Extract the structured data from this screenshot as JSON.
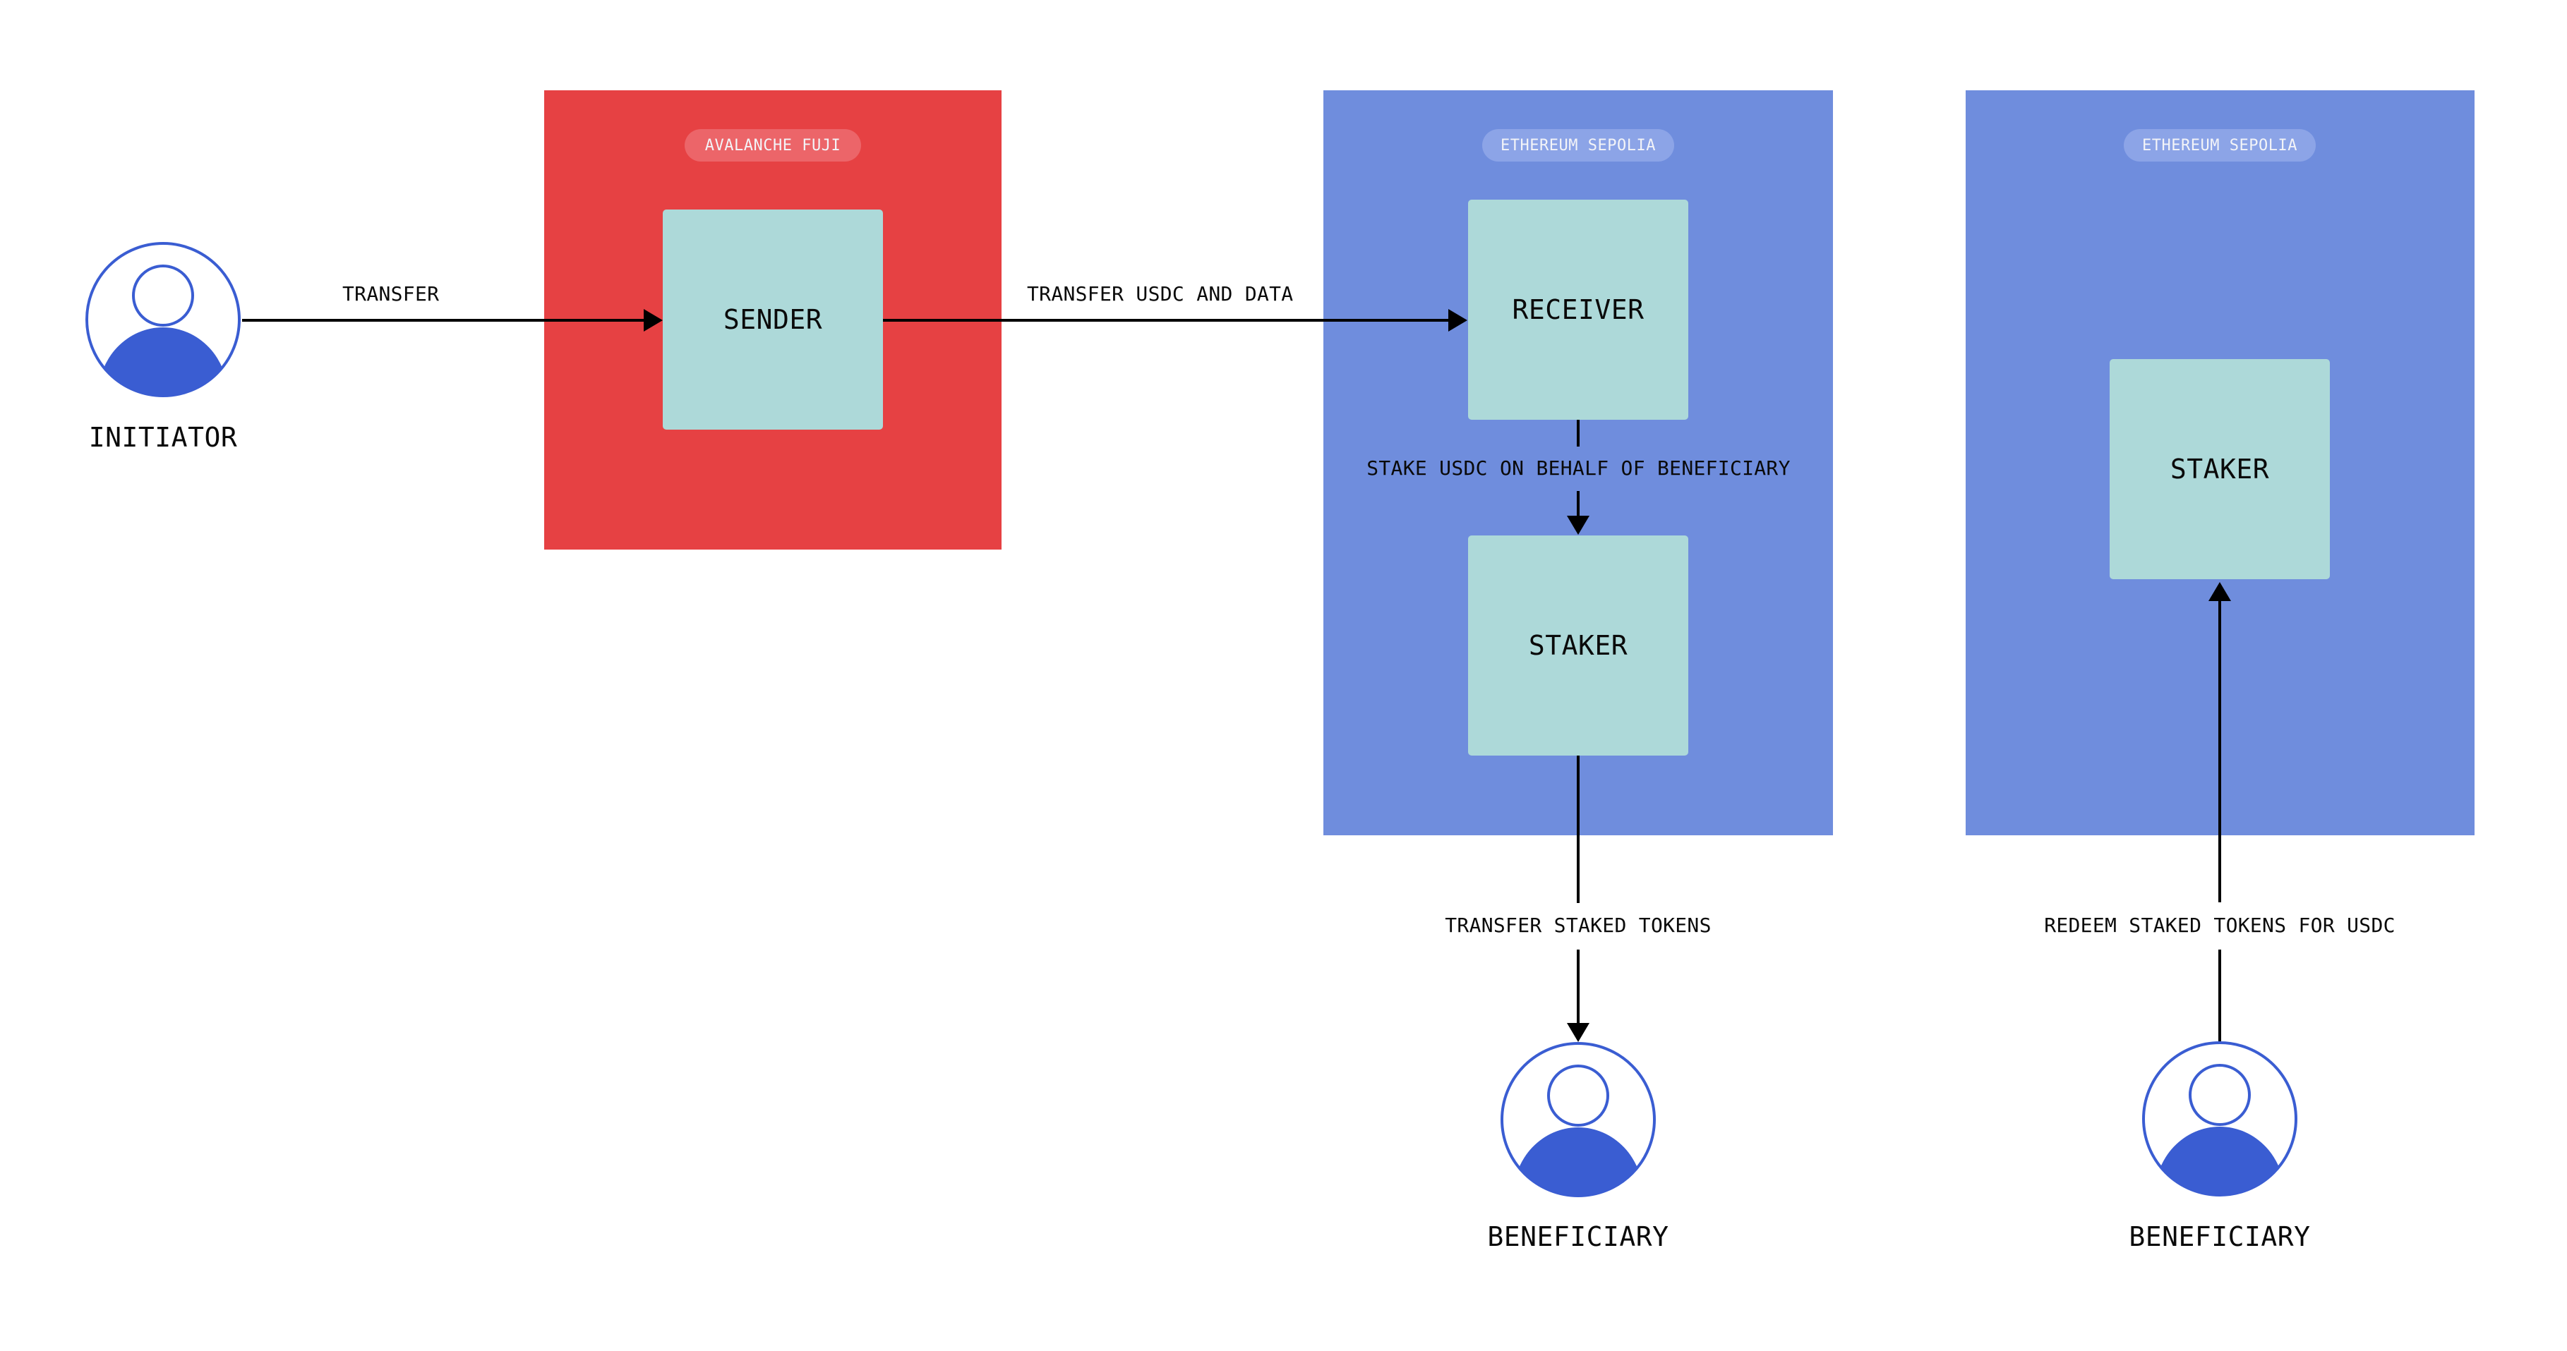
{
  "diagram": {
    "colors": {
      "avalanche_chain": "#e64143",
      "avalanche_pill": "#ec6569",
      "ethereum_chain": "#6f8ddd",
      "ethereum_pill": "#8ca4e7",
      "contract_node": "#add9d9",
      "actor_stroke": "#3a5dd2",
      "arrow": "#000000"
    },
    "chains": [
      {
        "id": "avalanche-fuji",
        "label": "AVALANCHE FUJI",
        "color": "#e64143"
      },
      {
        "id": "ethereum-sepolia-1",
        "label": "ETHEREUM SEPOLIA",
        "color": "#6f8ddd"
      },
      {
        "id": "ethereum-sepolia-2",
        "label": "ETHEREUM SEPOLIA",
        "color": "#6f8ddd"
      }
    ],
    "nodes": [
      {
        "id": "sender",
        "label": "SENDER",
        "chain": "avalanche-fuji"
      },
      {
        "id": "receiver",
        "label": "RECEIVER",
        "chain": "ethereum-sepolia-1"
      },
      {
        "id": "staker-1",
        "label": "STAKER",
        "chain": "ethereum-sepolia-1"
      },
      {
        "id": "staker-2",
        "label": "STAKER",
        "chain": "ethereum-sepolia-2"
      }
    ],
    "actors": [
      {
        "id": "initiator",
        "label": "INITIATOR",
        "icon": "user-icon"
      },
      {
        "id": "beneficiary-1",
        "label": "BENEFICIARY",
        "icon": "user-icon"
      },
      {
        "id": "beneficiary-2",
        "label": "BENEFICIARY",
        "icon": "user-icon"
      }
    ],
    "edges": [
      {
        "from": "initiator",
        "to": "sender",
        "label": "TRANSFER"
      },
      {
        "from": "sender",
        "to": "receiver",
        "label": "TRANSFER USDC AND DATA"
      },
      {
        "from": "receiver",
        "to": "staker-1",
        "label": "STAKE USDC ON BEHALF OF BENEFICIARY"
      },
      {
        "from": "staker-1",
        "to": "beneficiary-1",
        "label": "TRANSFER STAKED TOKENS"
      },
      {
        "from": "beneficiary-2",
        "to": "staker-2",
        "label": "REDEEM STAKED TOKENS FOR USDC"
      }
    ]
  }
}
